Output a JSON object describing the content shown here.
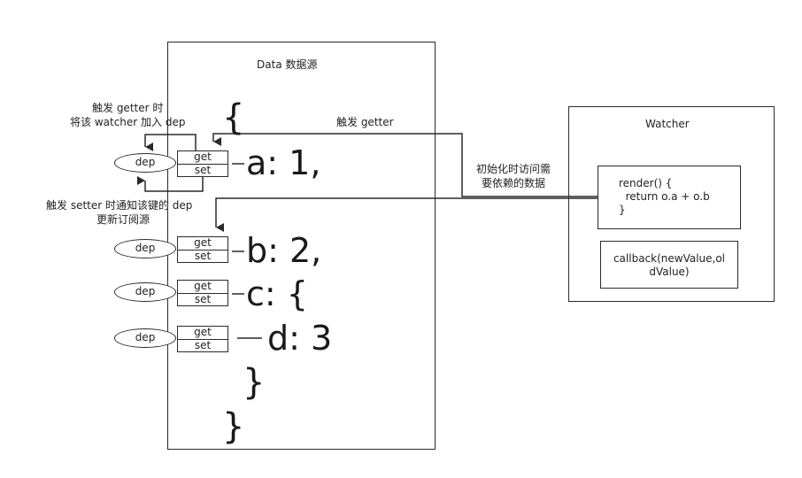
{
  "data_box": {
    "title": "Data 数据源"
  },
  "watcher_box": {
    "title": "Watcher",
    "render_code": "render() {\n  return o.a + o.b\n}",
    "callback_line1": "callback(newValue,ol",
    "callback_line2": "dValue)"
  },
  "annotations": {
    "getter_add_line1": "触发 getter 时",
    "getter_add_line2": "将该 watcher 加入 dep",
    "trigger_getter": "触发 getter",
    "init_access_line1": "初始化时访问需",
    "init_access_line2": "要依赖的数据",
    "setter_notify_line1": "触发 setter 时通知该键的 dep",
    "setter_notify_line2": "更新订阅源"
  },
  "brace_open": "{",
  "brace_close": "}",
  "properties": [
    {
      "dep": "dep",
      "get": "get",
      "set": "set",
      "code": "a: 1,"
    },
    {
      "dep": "dep",
      "get": "get",
      "set": "set",
      "code": "b: 2,"
    },
    {
      "dep": "dep",
      "get": "get",
      "set": "set",
      "code": "c: {"
    },
    {
      "dep": "dep",
      "get": "get",
      "set": "set",
      "code": "d: 3"
    }
  ]
}
